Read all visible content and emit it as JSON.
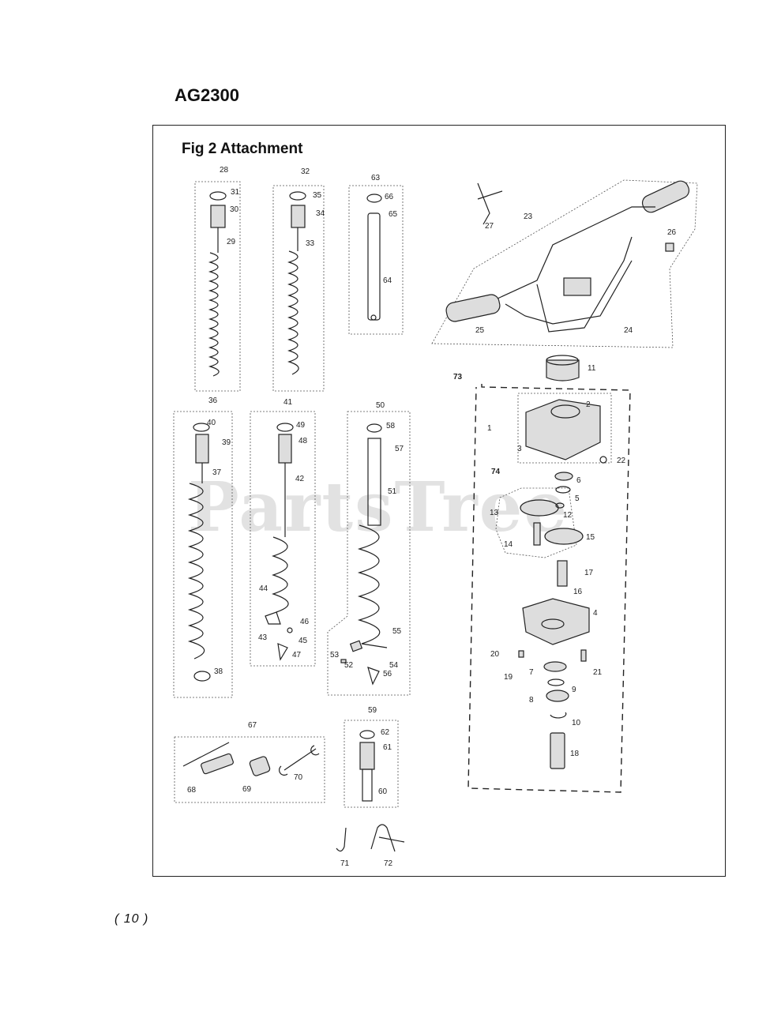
{
  "model": "AG2300",
  "figure_title": "Fig 2 Attachment",
  "page_number": "( 10 )",
  "watermark": "PartsTree",
  "callouts": [
    "1",
    "2",
    "3",
    "4",
    "5",
    "6",
    "7",
    "8",
    "9",
    "10",
    "11",
    "12",
    "13",
    "14",
    "15",
    "16",
    "17",
    "18",
    "19",
    "20",
    "21",
    "22",
    "23",
    "24",
    "25",
    "26",
    "27",
    "28",
    "29",
    "30",
    "31",
    "32",
    "33",
    "34",
    "35",
    "36",
    "37",
    "38",
    "39",
    "40",
    "41",
    "42",
    "43",
    "44",
    "45",
    "46",
    "47",
    "48",
    "49",
    "50",
    "51",
    "52",
    "53",
    "54",
    "55",
    "56",
    "57",
    "58",
    "59",
    "60",
    "61",
    "62",
    "63",
    "64",
    "65",
    "66",
    "67",
    "68",
    "69",
    "70",
    "71",
    "72",
    "73",
    "74"
  ]
}
